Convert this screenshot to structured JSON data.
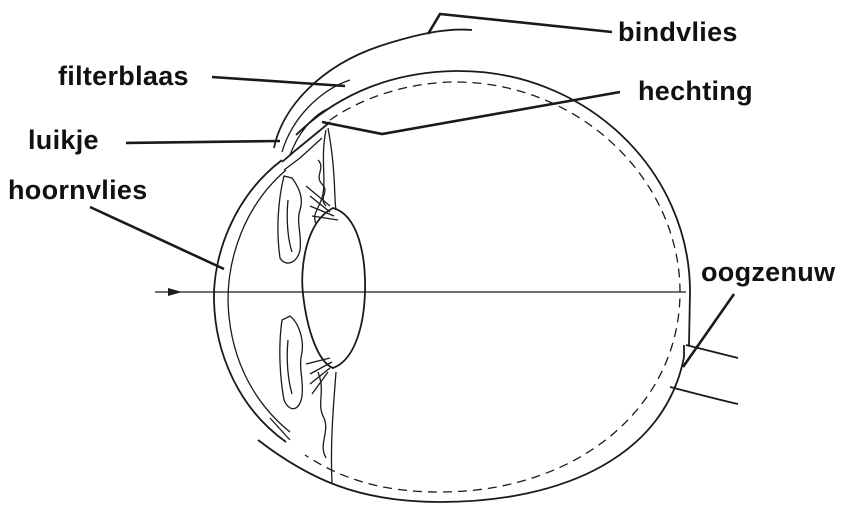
{
  "labels": {
    "bindvlies": "bindvlies",
    "filterblaas": "filterblaas",
    "hechting": "hechting",
    "luikje": "luikje",
    "hoornvlies": "hoornvlies",
    "oogzenuw": "oogzenuw"
  }
}
